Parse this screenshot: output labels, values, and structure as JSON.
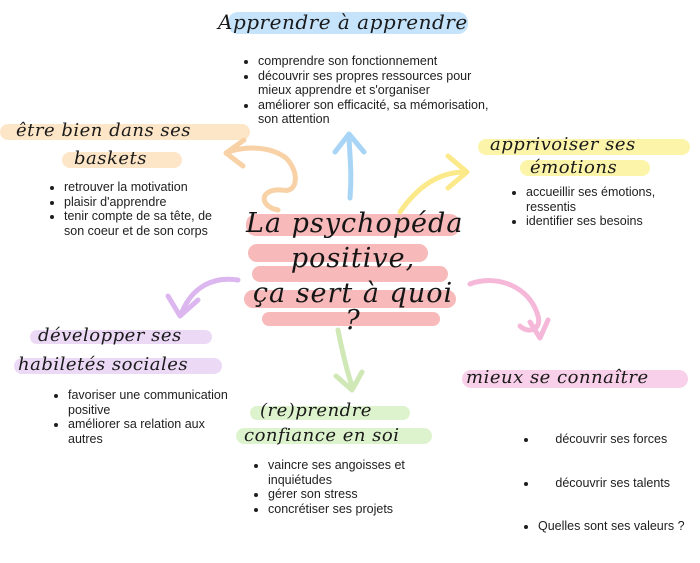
{
  "center": {
    "lines": [
      "La psychopéda",
      "positive,",
      "ça sert à quoi",
      "?"
    ],
    "color": "#f08080"
  },
  "topics": {
    "apprendre": {
      "title": "Apprendre à apprendre",
      "color": "#bfe0fb",
      "items": [
        "comprendre son fonctionnement",
        "découvrir ses propres ressources pour mieux apprendre et s'organiser",
        "améliorer son efficacité, sa mémorisation, son attention"
      ]
    },
    "emotions": {
      "title_line1": "apprivoiser ses",
      "title_line2": "émotions",
      "color": "#fbf3a0",
      "items": [
        " accueillir ses émotions, ressentis",
        "identifier ses besoins"
      ]
    },
    "baskets": {
      "title_line1": "être bien dans ses",
      "title_line2": "baskets",
      "color": "#fde3c2",
      "items": [
        "retrouver la motivation",
        "plaisir d'apprendre",
        "tenir compte de sa tête, de son coeur et de son corps"
      ]
    },
    "sociales": {
      "title_line1": "développer ses",
      "title_line2": "habiletés sociales",
      "color": "#ead5f5",
      "items": [
        "favoriser une communication positive",
        "améliorer sa relation aux autres"
      ]
    },
    "confiance": {
      "title_line1": "(re)prendre",
      "title_line2": "confiance en soi",
      "color": "#d9f2c8",
      "items": [
        "vaincre ses angoisses et inquiétudes",
        "gérer son stress",
        "concrétiser ses projets"
      ]
    },
    "connaitre": {
      "title": "mieux se connaître",
      "color": "#f7cbe7",
      "items": [
        "     découvrir ses forces",
        "     découvrir ses talents",
        "Quelles sont ses valeurs ?"
      ]
    }
  },
  "arrow_colors": {
    "up": "#a8d4f5",
    "up_right": "#fbe98a",
    "up_left": "#f8d2a6",
    "down_left": "#dcb6ef",
    "down": "#cfe8b6",
    "down_right": "#f6b8d9"
  }
}
